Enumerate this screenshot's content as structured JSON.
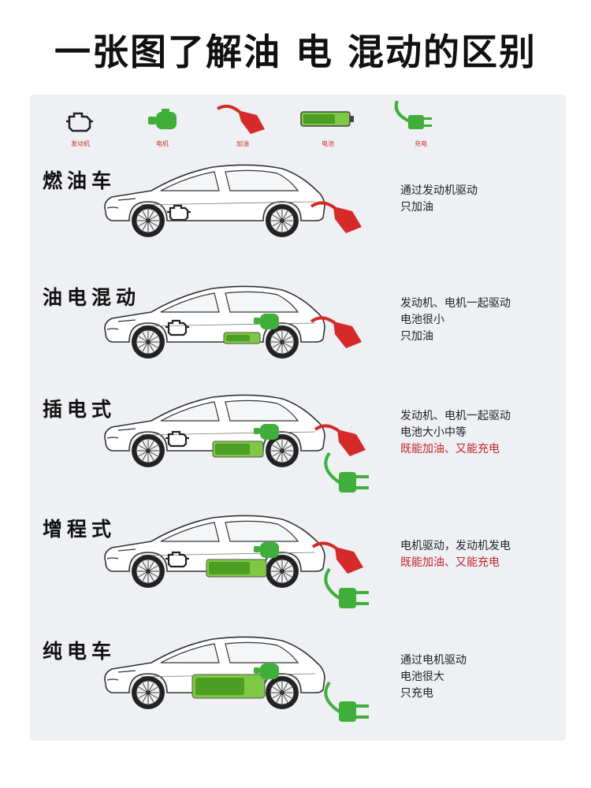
{
  "title": "一张图了解油 电 混动的区别",
  "legend": [
    {
      "icon": "engine-icon",
      "label": "发动机"
    },
    {
      "icon": "motor-icon",
      "label": "电机"
    },
    {
      "icon": "fuel-nozzle-icon",
      "label": "加油"
    },
    {
      "icon": "battery-icon",
      "label": "电池"
    },
    {
      "icon": "plug-icon",
      "label": "充电"
    }
  ],
  "sections": [
    {
      "title": "燃油车",
      "lines": [
        "通过发动机驱动",
        "只加油"
      ]
    },
    {
      "title": "油电混动",
      "lines": [
        "发动机、电机一起驱动",
        "电池很小",
        "只加油"
      ]
    },
    {
      "title": "插电式",
      "lines": [
        "发动机、电机一起驱动",
        "电池大小中等",
        "既能加油、又能充电"
      ]
    },
    {
      "title": "增程式",
      "lines": [
        "电机驱动，发动机发电",
        "既能加油、又能充电"
      ]
    },
    {
      "title": "纯电车",
      "lines": [
        "通过电机驱动",
        "电池很大",
        "只充电"
      ]
    }
  ],
  "colors": {
    "green": "#3fae3a",
    "red": "#d62a2a",
    "panel": "#eef0f3"
  }
}
